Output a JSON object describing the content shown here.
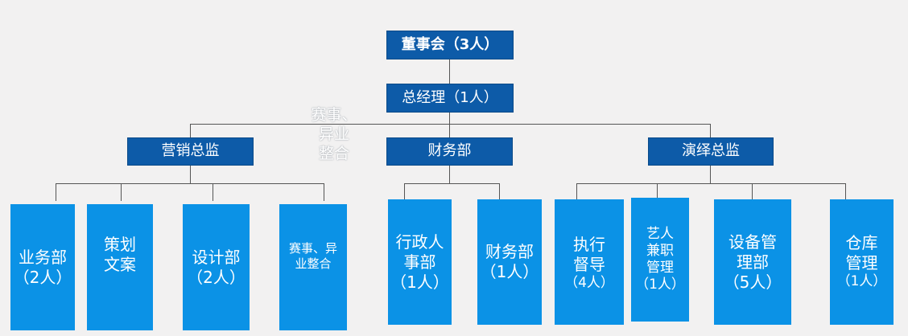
{
  "colors": {
    "background": "#f2f1f1",
    "dark_box": "#0d5ba8",
    "light_box": "#0b92e6",
    "line": "#555555"
  },
  "board": {
    "label": "董事会（3人）"
  },
  "gm": {
    "label": "总经理（1人）"
  },
  "directors": {
    "marketing": "营销总监",
    "finance": "财务部",
    "performance": "演绎总监"
  },
  "overlay_text": [
    "赛事、",
    "异业",
    "整合"
  ],
  "departments": {
    "business": [
      "业务部",
      "（2人）"
    ],
    "planning": [
      "策划",
      "文案"
    ],
    "design": [
      "设计部",
      "（2人）"
    ],
    "events": [
      "赛事、异",
      "业整合"
    ],
    "admin_hr": [
      "行政人",
      "事部",
      "（1人）"
    ],
    "finance_dept": [
      "财务部",
      "（1人）"
    ],
    "supervision": [
      "执行",
      "督导",
      "（4人）"
    ],
    "artists": [
      "艺人",
      "兼职",
      "管理",
      "（1人）"
    ],
    "equipment": [
      "设备管",
      "理部",
      "（5人）"
    ],
    "warehouse": [
      "仓库",
      "管理",
      "（1人）"
    ]
  }
}
